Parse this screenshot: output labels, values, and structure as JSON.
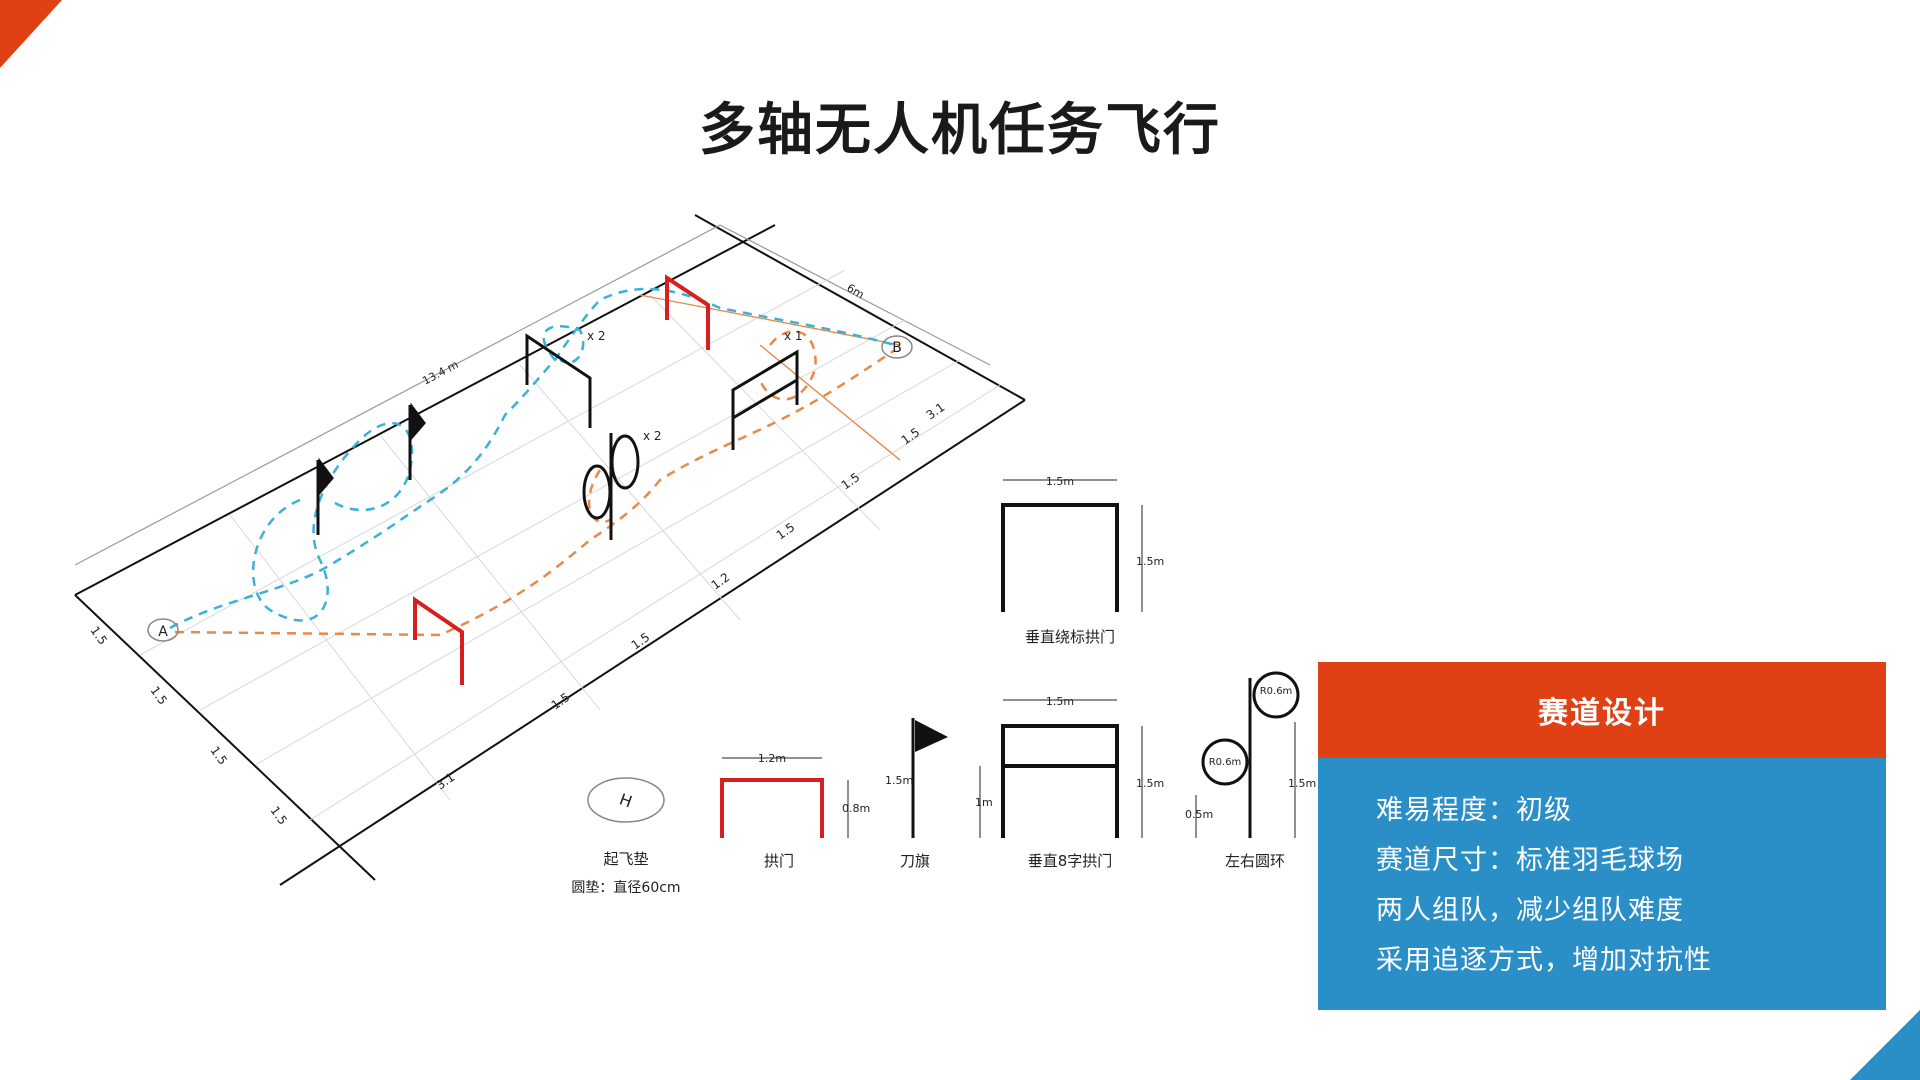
{
  "title": "多轴无人机任务飞行",
  "diagram": {
    "field_labels": {
      "length": "13.4 m",
      "width": "6m",
      "side_left": "3.1",
      "side_right": "3.1",
      "spacings_bottom": [
        "1.5",
        "1.5",
        "1.5",
        "1.5"
      ],
      "spacings_center": [
        "1.5",
        "1.5",
        "1.2",
        "1.5",
        "1.5",
        "1.5"
      ]
    },
    "multipliers": [
      "x 2",
      "x 1",
      "x 2"
    ],
    "points": {
      "start": "A",
      "end": "B",
      "pad": "H"
    },
    "legend": {
      "pad_name": "起飞垫",
      "pad_desc": "圆垫：直径60cm",
      "arch_name": "拱门",
      "arch_width": "1.2m",
      "arch_height": "0.8m",
      "flag_name": "刀旗",
      "flag_height": "1.5m",
      "gate_name": "垂直绕标拱门",
      "gate_width": "1.5m",
      "gate_height": "1.5m",
      "fig8_name": "垂直8字拱门",
      "fig8_width": "1.5m",
      "fig8_height": "1.5m",
      "fig8_mid": "1m",
      "ring_name": "左右圆环",
      "ring_r_top": "R0.6m",
      "ring_r_bottom": "R0.6m",
      "ring_height": "1.5m",
      "ring_low": "0.5m"
    }
  },
  "panel": {
    "header": "赛道设计",
    "lines": [
      "难易程度：初级",
      "赛道尺寸：标准羽毛球场",
      "两人组队，减少组队难度",
      "采用追逐方式，增加对抗性"
    ]
  },
  "colors": {
    "accent_red": "#df4114",
    "accent_blue": "#2a8ec7",
    "path_blue": "#3bb0d8",
    "path_orange": "#e8894a",
    "arch_red": "#d61f1f"
  }
}
